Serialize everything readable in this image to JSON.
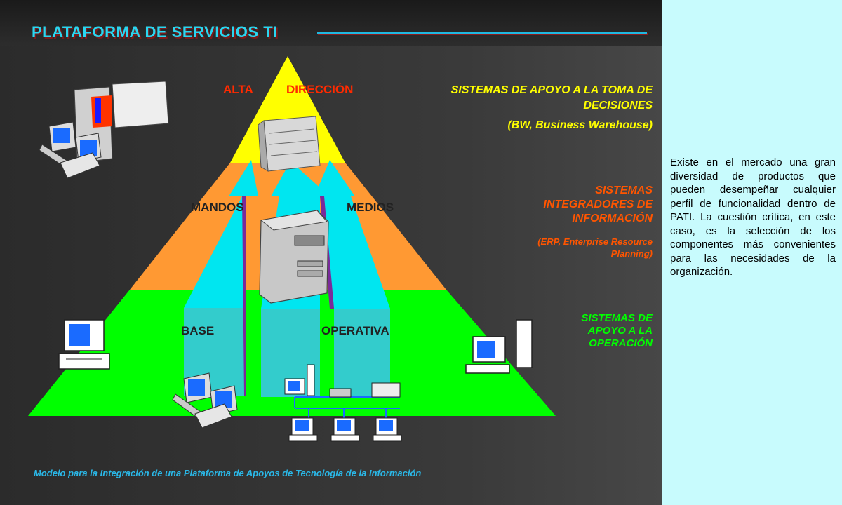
{
  "title": "PLATAFORMA DE SERVICIOS TI",
  "pyramid": {
    "top_left": "ALTA",
    "top_right": "DIRECCIÓN",
    "mid_left": "MANDOS",
    "mid_right": "MEDIOS",
    "base_left": "BASE",
    "base_right": "OPERATIVA"
  },
  "right_labels": {
    "top_title": "SISTEMAS DE APOYO A LA TOMA DE DECISIONES",
    "top_sub": "(BW, Business Warehouse)",
    "mid_title": "SISTEMAS INTEGRADORES DE INFORMACIÓN",
    "mid_sub": "(ERP, Enterprise Resource Planning)",
    "base_title": "SISTEMAS DE APOYO A LA OPERACIÓN"
  },
  "footer": "Modelo para la Integración de una Plataforma de Apoyos de Tecnología de la Información",
  "side_text": "Existe en el mercado una gran diversidad de productos que pueden desempeñar cualquier perfil de funcionalidad dentro de PATI. La cuestión crítica, en este caso, es la selección de los componentes más convenientes para las necesidades de la organización.",
  "colors": {
    "top": "#ffff00",
    "middle": "#ff9933",
    "base": "#00ff00",
    "arrows": "#00e6f0",
    "side_bg": "#c8fbfd"
  },
  "icons": [
    "server-rack-icon",
    "workstation-icon",
    "mainframe-icon",
    "network-icon",
    "printer-icon"
  ]
}
